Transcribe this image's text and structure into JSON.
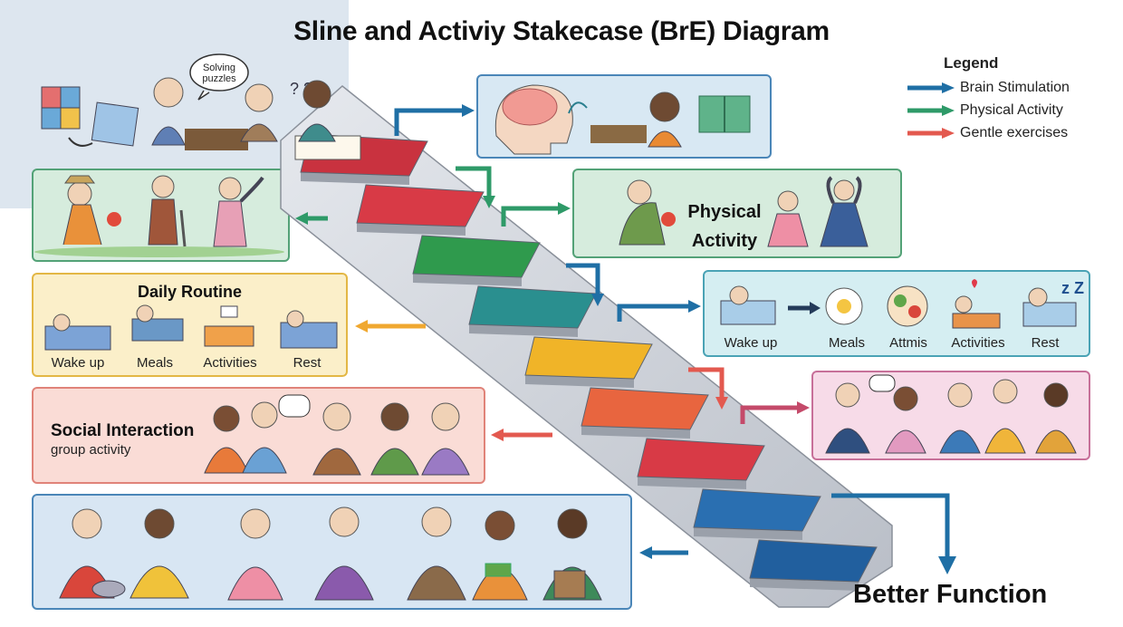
{
  "title": "Sline and Activiy Stakecase (BrE) Diagram",
  "legend": {
    "heading": "Legend",
    "items": [
      {
        "label": "Brain Stimulation",
        "color": "#1f6fa5"
      },
      {
        "label": "Physical Activity",
        "color": "#2e9a68"
      },
      {
        "label": "Gentle exercises",
        "color": "#e3594f"
      }
    ]
  },
  "puzzle_bubble": {
    "line1": "Solving",
    "line2": "puzzles"
  },
  "physical_panel": {
    "line1": "Physical",
    "line2": "Activity"
  },
  "daily_routine": {
    "heading": "Daily Routine",
    "labels": [
      "Wake up",
      "Meals",
      "Activities",
      "Rest"
    ]
  },
  "routine_right": {
    "labels": [
      "Wake up",
      "Meals",
      "Attmis",
      "Activities",
      "Rest"
    ]
  },
  "social": {
    "heading": "Social Interaction",
    "sub": "group activity"
  },
  "footer": "Better Function",
  "colors": {
    "step_colors": [
      "#c9323f",
      "#d83a46",
      "#2f9a4d",
      "#2a8f8f",
      "#f0b428",
      "#e8653f",
      "#d83a46",
      "#2a6fb1",
      "#215f9e"
    ]
  }
}
